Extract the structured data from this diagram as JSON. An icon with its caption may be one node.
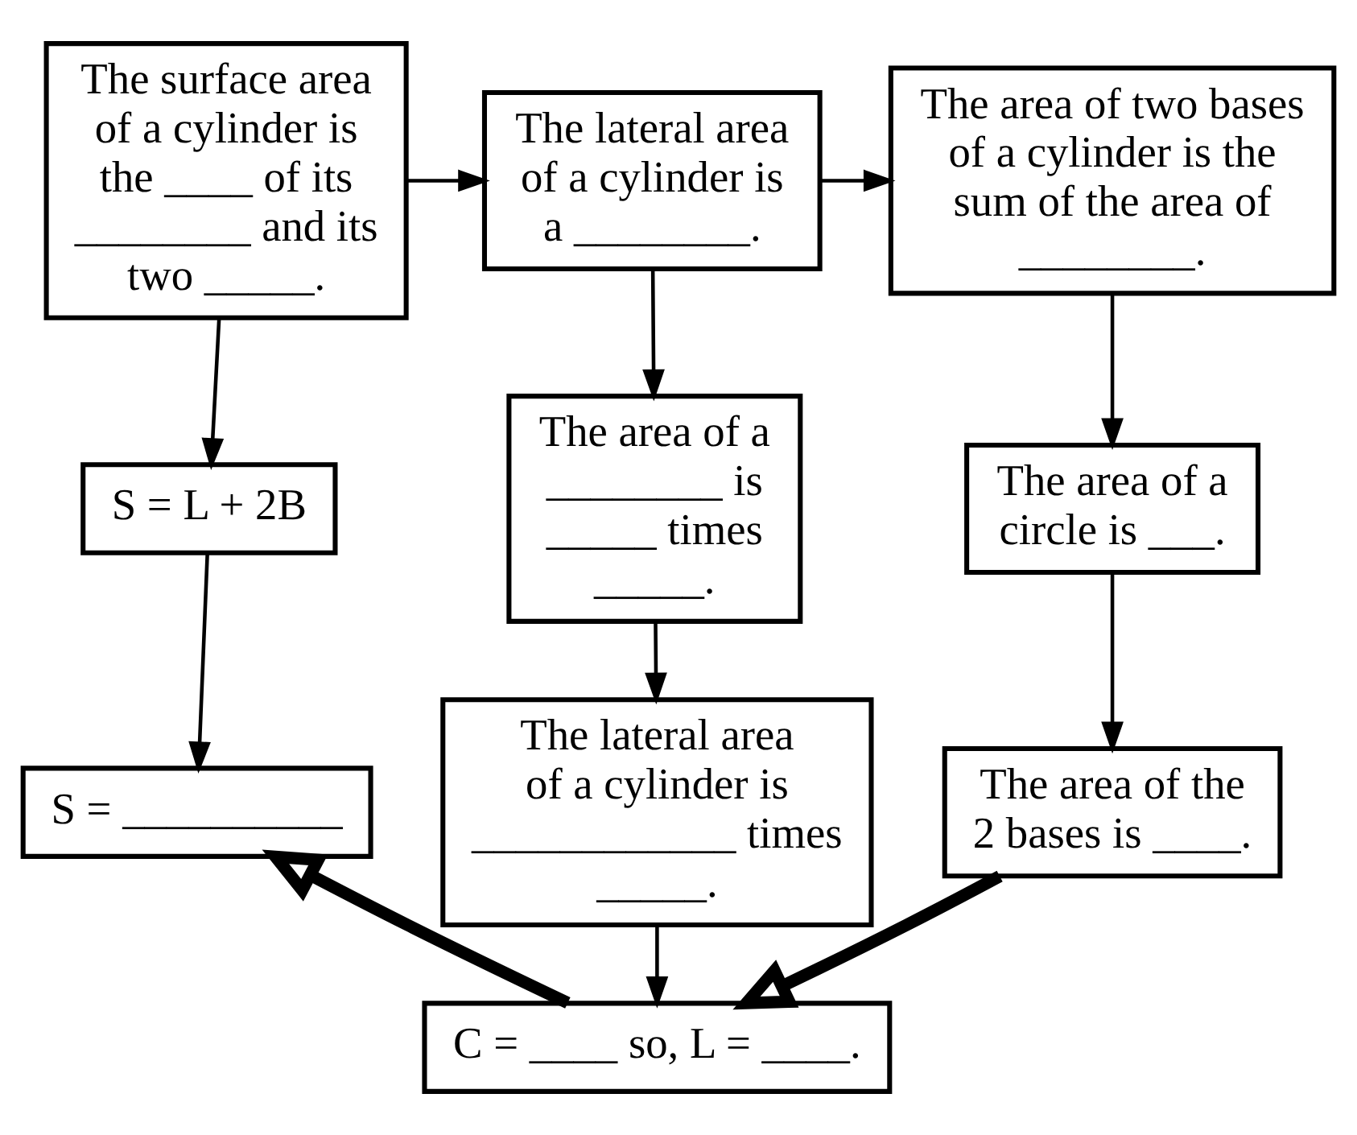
{
  "diagram": {
    "nodes": [
      {
        "text": [
          "The surface area of a cylinder is the ____ of its ________ and its two _____."
        ]
      },
      {
        "text": [
          "The lateral area of a cylinder is a ________."
        ]
      },
      {
        "text": [
          "The area of two bases of a cylinder is the sum of the area of ________."
        ]
      },
      {
        "text": [
          "S = L + 2B"
        ]
      },
      {
        "text": [
          "The area of a ________ is _____ times _____."
        ]
      },
      {
        "text": [
          "The area of a circle is ___."
        ]
      },
      {
        "text": [
          "S = __________"
        ]
      },
      {
        "text": [
          "The area of the 2 bases is ____."
        ]
      },
      {
        "text": [
          "The lateral area of a cylinder is ____________ times _____."
        ]
      },
      {
        "text": [
          "C = ____ so, L = ____."
        ]
      }
    ],
    "edges": [
      {
        "from": 0,
        "to": 1,
        "arrow": "to"
      },
      {
        "from": 1,
        "to": 2,
        "arrow": "to"
      },
      {
        "from": 0,
        "to": 3,
        "arrow": "to"
      },
      {
        "from": 3,
        "to": 6,
        "arrow": "to"
      },
      {
        "from": 1,
        "to": 4,
        "arrow": "to"
      },
      {
        "from": 4,
        "to": 8,
        "arrow": "to"
      },
      {
        "from": 8,
        "to": 9,
        "arrow": "to"
      },
      {
        "from": 2,
        "to": 5,
        "arrow": "to"
      },
      {
        "from": 5,
        "to": 7,
        "arrow": "to"
      },
      {
        "from": 7,
        "to": 9,
        "arrow": "to",
        "style": "thick"
      },
      {
        "from": 9,
        "to": 6,
        "arrow": "to",
        "style": "thick"
      }
    ]
  }
}
